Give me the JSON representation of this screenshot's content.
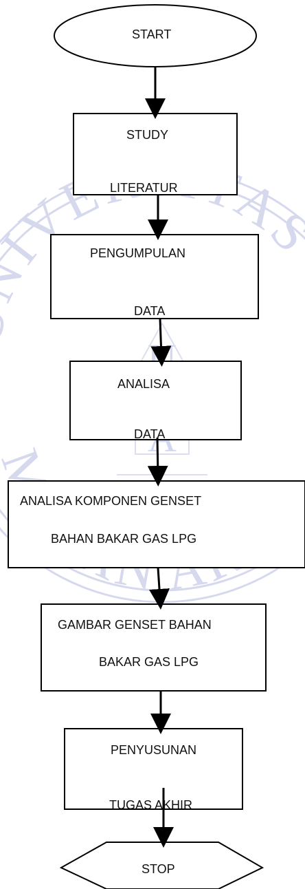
{
  "flowchart": {
    "start": {
      "label": "START"
    },
    "steps": [
      {
        "lines": [
          "STUDY",
          "LITERATUR"
        ]
      },
      {
        "lines": [
          "PENGUMPULAN",
          "DATA"
        ]
      },
      {
        "lines": [
          "ANALISA",
          "DATA"
        ]
      },
      {
        "lines": [
          "ANALISA KOMPONEN GENSET",
          "BAHAN BAKAR GAS LPG"
        ]
      },
      {
        "lines": [
          "GAMBAR GENSET BAHAN",
          "BAKAR GAS LPG"
        ]
      },
      {
        "lines": [
          "PENYUSUNAN",
          "TUGAS AKHIR"
        ]
      }
    ],
    "stop": {
      "label": "STOP"
    }
  },
  "watermark": {
    "text_top": "UNIVERSITAS",
    "text_bottom": "MEDAN AREA",
    "monogram": "UMA",
    "color": "#c9cde8"
  },
  "colors": {
    "stroke": "#000000",
    "text": "#111111"
  }
}
